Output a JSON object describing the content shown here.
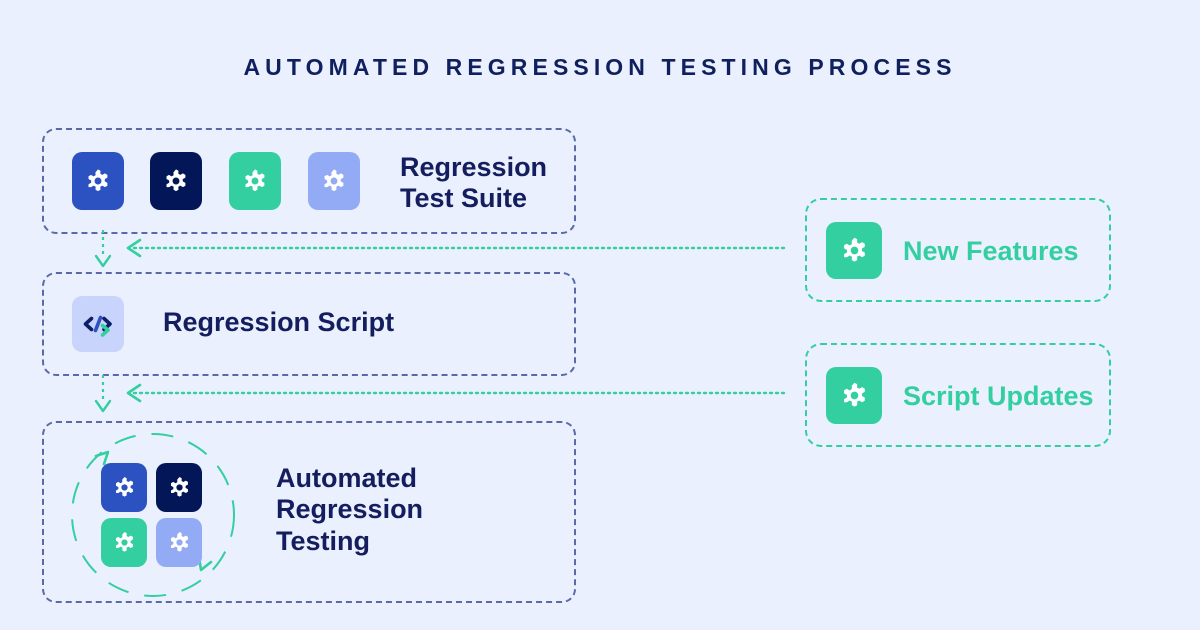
{
  "page": {
    "title": "AUTOMATED REGRESSION TESTING PROCESS",
    "background_color": "#eaf0fd"
  },
  "colors": {
    "navy_text": "#141e5e",
    "title_navy": "#10205e",
    "mint": "#34cfa0",
    "royal_blue": "#2c51c0",
    "deep_navy": "#031658",
    "periwinkle": "#93abf4",
    "lavender": "#c8d4fb",
    "panel_dash": "#5a6aa8"
  },
  "flow": {
    "steps": [
      {
        "id": "regression-test-suite",
        "label": "Regression\nTest Suite",
        "icons": [
          {
            "name": "gear-icon",
            "color": "#2c51c0"
          },
          {
            "name": "gear-icon",
            "color": "#031658"
          },
          {
            "name": "gear-icon",
            "color": "#34cfa0"
          },
          {
            "name": "gear-icon",
            "color": "#93abf4"
          }
        ]
      },
      {
        "id": "regression-script",
        "label": "Regression Script",
        "icons": [
          {
            "name": "code-brackets-icon",
            "color": "#c8d4fb"
          }
        ]
      },
      {
        "id": "automated-regression-testing",
        "label": "Automated\nRegression\nTesting",
        "icons": [
          {
            "name": "gear-icon",
            "color": "#2c51c0"
          },
          {
            "name": "gear-icon",
            "color": "#031658"
          },
          {
            "name": "gear-icon",
            "color": "#34cfa0"
          },
          {
            "name": "gear-icon",
            "color": "#93abf4"
          }
        ]
      }
    ],
    "inputs": [
      {
        "id": "new-features",
        "label": "New Features",
        "icon": {
          "name": "gear-icon",
          "color": "#34cfa0"
        },
        "connects_to": "regression-test-suite"
      },
      {
        "id": "script-updates",
        "label": "Script Updates",
        "icon": {
          "name": "gear-icon",
          "color": "#34cfa0"
        },
        "connects_to": "regression-script"
      }
    ],
    "connectors": [
      {
        "name": "feedback-arrow-new-features",
        "direction": "left",
        "style": "dotted",
        "color": "#34cfa0"
      },
      {
        "name": "step-down-arrow-1",
        "direction": "down",
        "style": "dotted",
        "color": "#34cfa0"
      },
      {
        "name": "feedback-arrow-script-updates",
        "direction": "left",
        "style": "dotted",
        "color": "#34cfa0"
      },
      {
        "name": "step-down-arrow-2",
        "direction": "down",
        "style": "dotted",
        "color": "#34cfa0"
      }
    ],
    "rotation_indicator": {
      "name": "cycle-arrows",
      "style": "dashed-circle",
      "color": "#34cfa0"
    }
  }
}
